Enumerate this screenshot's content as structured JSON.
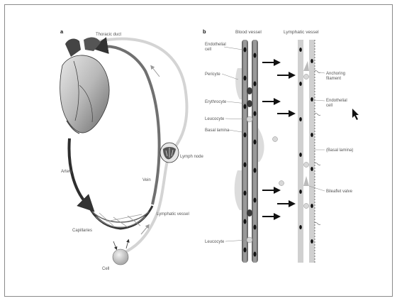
{
  "panel_a": {
    "letter": "a",
    "labels": {
      "thoracic_duct": "Thoracic duct",
      "artery": "Artery",
      "vein": "Vein",
      "capillaries": "Capillaries",
      "cell": "Cell",
      "lymph_node": "Lymph node",
      "lymphatic_vessel": "Lymphatic vessel"
    }
  },
  "panel_b": {
    "letter": "b",
    "headers": {
      "blood_vessel": "Blood vessel",
      "lymphatic_vessel": "Lymphatic vessel"
    },
    "left_labels": {
      "endothelial_cell": "Endothelial",
      "endothelial_cell_2": "cell",
      "pericyte": "Pericyte",
      "erythrocyte": "Erythrocyte",
      "leucocyte": "Leucocyte",
      "basal_lamina": "Basal lamina",
      "leucocyte_bottom": "Leucocyte"
    },
    "right_labels": {
      "anchoring_filament": "Anchoring",
      "anchoring_filament_2": "filament",
      "endothelial_cell": "Endothelial",
      "endothelial_cell_2": "cell",
      "basal_lamina": "(Basal lamina)",
      "bileaflet_valve": "Bileaflet valve"
    }
  },
  "colors": {
    "artery": "#3a3a3a",
    "vein": "#7a7a7a",
    "lymphatic": "#cfcfcf",
    "frame": "#8a8a8a"
  }
}
